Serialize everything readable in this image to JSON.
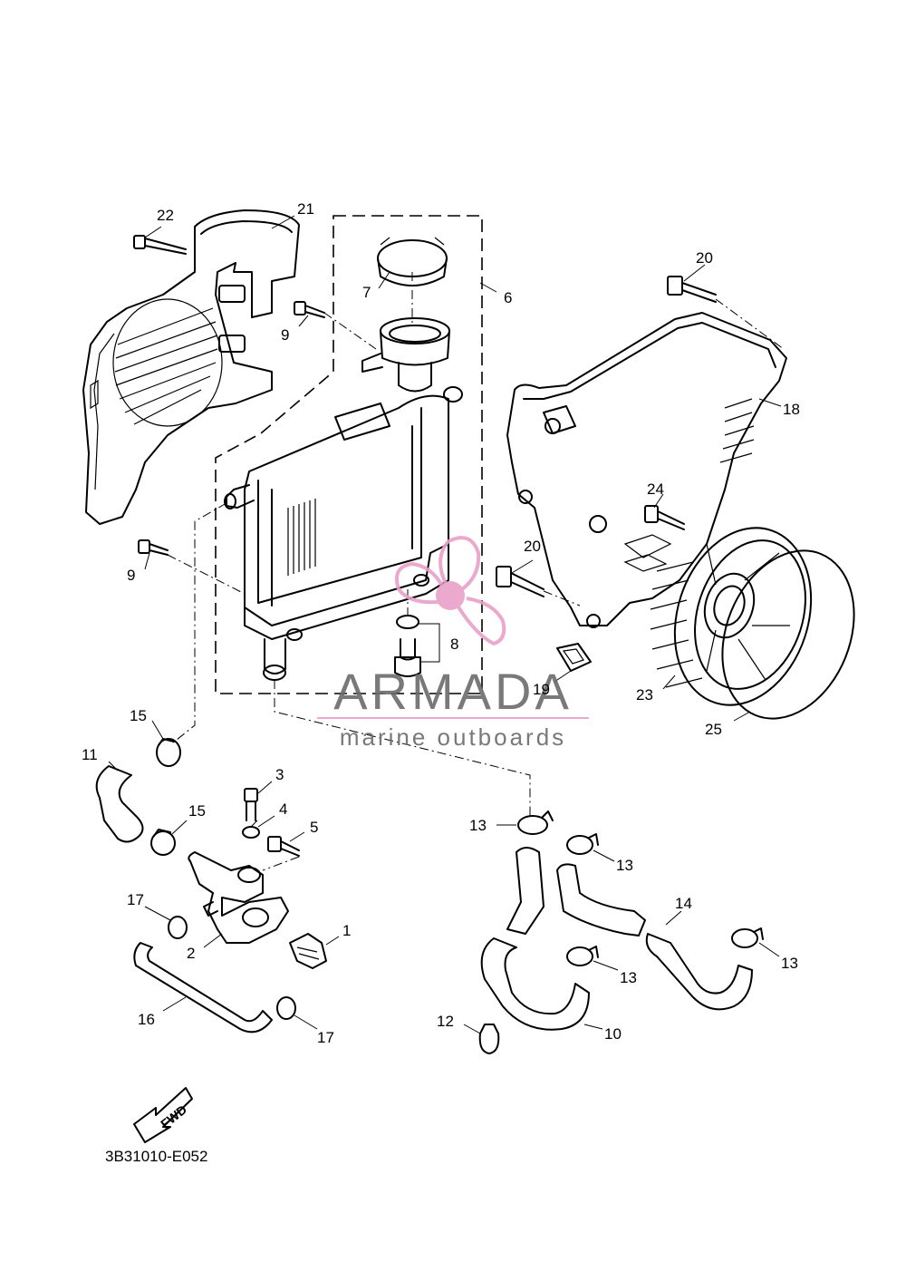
{
  "diagram": {
    "code": "3B31010-E052",
    "fwd_label": "FWD",
    "labels": {
      "p1": "1",
      "p2": "2",
      "p3": "3",
      "p4": "4",
      "p5": "5",
      "p6": "6",
      "p7": "7",
      "p8": "8",
      "p9a": "9",
      "p9b": "9",
      "p10": "10",
      "p11": "11",
      "p12": "12",
      "p13a": "13",
      "p13b": "13",
      "p13c": "13",
      "p13d": "13",
      "p14": "14",
      "p15a": "15",
      "p15b": "15",
      "p16": "16",
      "p17a": "17",
      "p17b": "17",
      "p18": "18",
      "p19": "19",
      "p20a": "20",
      "p20b": "20",
      "p21": "21",
      "p22": "22",
      "p23": "23",
      "p24": "24",
      "p25": "25"
    }
  },
  "watermark": {
    "brand": "ARMADA",
    "tagline": "marine outboards",
    "color_primary": "#6b6b6b",
    "color_accent": "#e8a0c8"
  }
}
